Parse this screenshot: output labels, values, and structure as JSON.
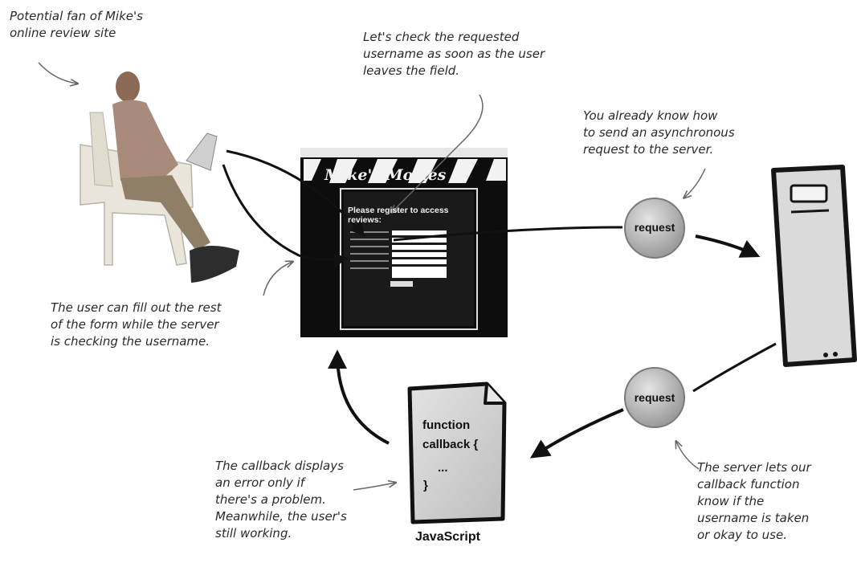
{
  "annotations": {
    "fan": "Potential fan of Mike's\nonline review site",
    "check": "Let's check the requested\nusername as soon as the user\nleaves the field.",
    "async": "You already know how\nto send an asynchronous\nrequest to the server.",
    "fill": "The user can fill out the rest\nof the form while the server\nis checking the username.",
    "callback": "The callback displays\nan error only if\nthere's a problem.\nMeanwhile, the user's\nstill working.",
    "server_reply": "The server lets our\ncallback function\nknow if the\nusername is taken\nor okay to use."
  },
  "screenshot": {
    "brand": "Mike's Movies",
    "heading": "Please register to access reviews:"
  },
  "request_label_top": "request",
  "request_label_bottom": "request",
  "js_file": {
    "line1": "function",
    "line2": "callback {",
    "line3": "...",
    "line4": "}",
    "caption": "JavaScript"
  },
  "colors": {
    "request_ball": "#b9b9b9",
    "ink": "#111111",
    "server": "#d9d9d9"
  }
}
